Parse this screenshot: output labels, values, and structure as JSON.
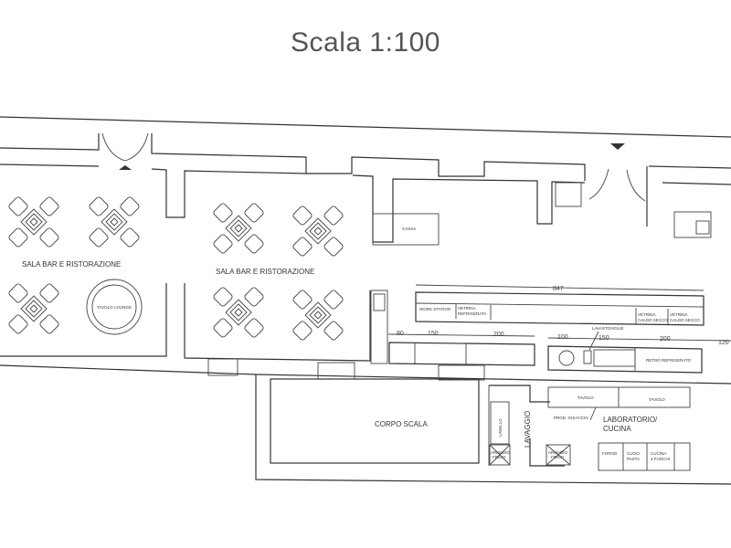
{
  "title": "Scala 1:100",
  "rooms": {
    "sala_left": "SALA BAR E RISTORAZIONE",
    "sala_right": "SALA BAR E RISTORAZIONE",
    "corpo_scala": "CORPO SCALA",
    "laboratorio": [
      "LABORATORIO/",
      "CUCINA"
    ],
    "lavaggio": "LAVAGGIO"
  },
  "fixtures": {
    "tavolo_lounge": "TAVOLO LOUNGE",
    "cassa": "CASSA",
    "work_station": "WORK STATION",
    "vetrina_refrigerata": [
      "VETRINA",
      "REFRIGERATA"
    ],
    "vetrina_caldo_1": [
      "VETRINA",
      "CALDO SECCO"
    ],
    "vetrina_caldo_2": [
      "VETRINA",
      "CALDO SECCO"
    ],
    "lavastoviglie": "LAVASTOVIGLIE",
    "retro_refrigerato": "RETRO REFRIGERATO",
    "tavolo_1": "TAVOLO",
    "tavolo_2": "TAVOLO",
    "prod_ghiaccio": "PROD. GHIACCIO",
    "lavello": "LAVELLO",
    "armadio_frigo_1": [
      "ARMADIO",
      "FRIGO"
    ],
    "armadio_frigo_2": [
      "ARMADIO",
      "FRIGO"
    ],
    "forno": "FORNO",
    "cuoci_pasta": [
      "CUOCI",
      "PASTA"
    ],
    "cucina_4_fuochi": [
      "CUCINA",
      "4 FUOCHI"
    ]
  },
  "dimensions": {
    "total": "847",
    "d1": "80",
    "d2": "150",
    "d3": "200",
    "d4": "100",
    "d5": "150",
    "d6": "200",
    "d7": "120"
  },
  "tables": [
    "table-1",
    "table-2",
    "table-3",
    "table-4",
    "table-5",
    "table-6",
    "table-7"
  ]
}
